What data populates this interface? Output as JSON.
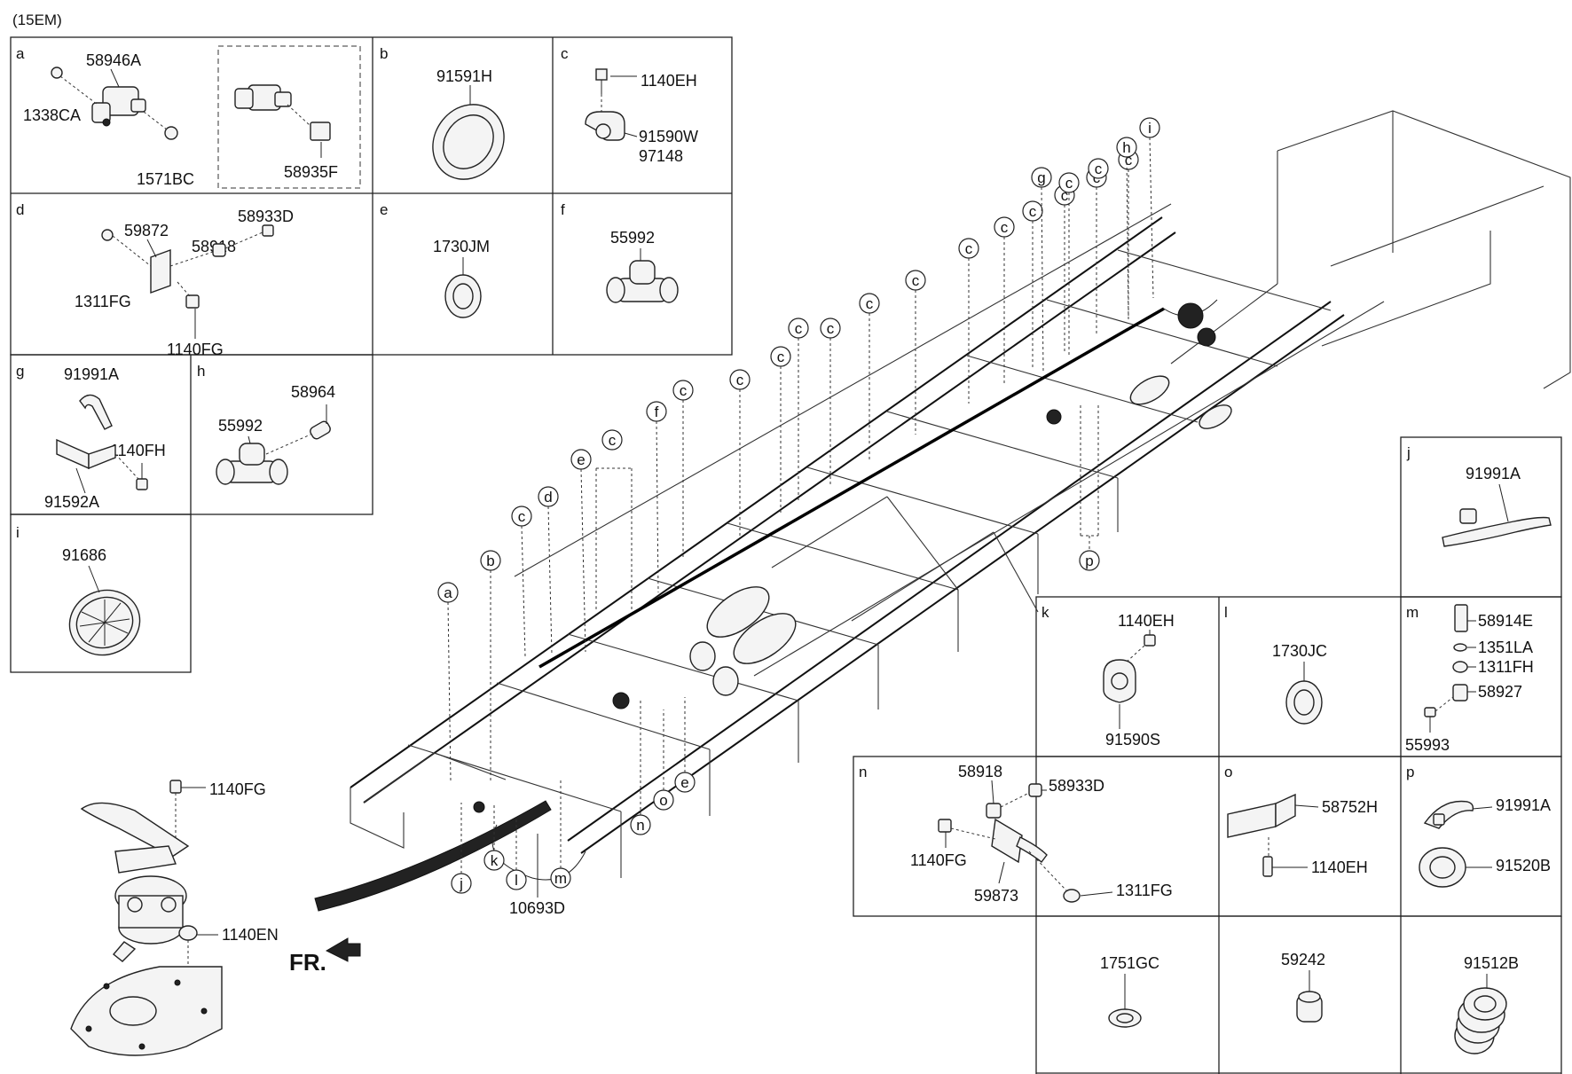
{
  "diagram": {
    "model_code": "(15EM)",
    "front_marker": "FR.",
    "sections": [
      {
        "letter": "a",
        "parts": [
          "58946A",
          "1338CA",
          "1571BC",
          "58935F"
        ]
      },
      {
        "letter": "b",
        "parts": [
          "91591H"
        ]
      },
      {
        "letter": "c",
        "parts": [
          "1140EH",
          "91590W",
          "97148"
        ]
      },
      {
        "letter": "d",
        "parts": [
          "59872",
          "58918",
          "58933D",
          "1311FG",
          "1140FG"
        ]
      },
      {
        "letter": "e",
        "parts": [
          "1730JM"
        ]
      },
      {
        "letter": "f",
        "parts": [
          "55992"
        ]
      },
      {
        "letter": "g",
        "parts": [
          "91991A",
          "1140FH",
          "91592A"
        ]
      },
      {
        "letter": "h",
        "parts": [
          "58964",
          "55992"
        ]
      },
      {
        "letter": "i",
        "parts": [
          "91686"
        ]
      },
      {
        "letter": "j",
        "parts": [
          "91991A"
        ]
      },
      {
        "letter": "k",
        "parts": [
          "1140EH",
          "91590S"
        ]
      },
      {
        "letter": "l",
        "parts": [
          "1730JC"
        ]
      },
      {
        "letter": "m",
        "parts": [
          "58914E",
          "1351LA",
          "1311FH",
          "58927",
          "55993"
        ]
      },
      {
        "letter": "n",
        "parts": [
          "58918",
          "58933D",
          "1140FG",
          "59873",
          "1311FG"
        ]
      },
      {
        "letter": "o",
        "parts": [
          "58752H",
          "1140EH"
        ]
      },
      {
        "letter": "p",
        "parts": [
          "91991A",
          "91520B"
        ]
      },
      {
        "letter": "",
        "parts": [
          "1751GC"
        ]
      },
      {
        "letter": "",
        "parts": [
          "59242"
        ]
      },
      {
        "letter": "",
        "parts": [
          "91512B"
        ]
      }
    ],
    "main_parts": [
      "1140FG",
      "1140EN",
      "10693D"
    ],
    "callouts": [
      "a",
      "b",
      "c",
      "d",
      "e",
      "c",
      "c",
      "f",
      "c",
      "c",
      "c",
      "c",
      "c",
      "c",
      "c",
      "c",
      "c",
      "c",
      "c",
      "c",
      "g",
      "c",
      "c",
      "h",
      "i",
      "p",
      "j",
      "k",
      "l",
      "m",
      "n",
      "o",
      "e"
    ]
  }
}
